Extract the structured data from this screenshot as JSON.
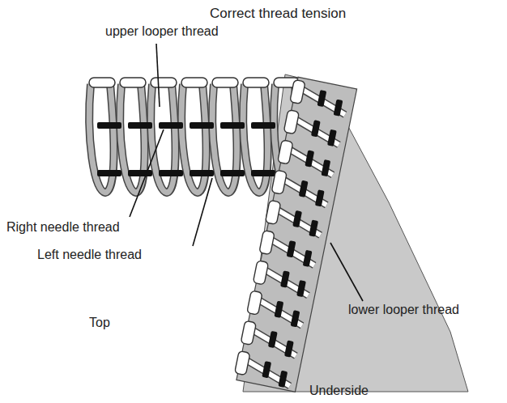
{
  "diagram": {
    "title": "Correct thread tension",
    "labels": [
      "upper looper thread",
      "Right needle thread",
      "Left needle thread",
      "lower looper thread",
      "Top",
      "Underside"
    ]
  }
}
